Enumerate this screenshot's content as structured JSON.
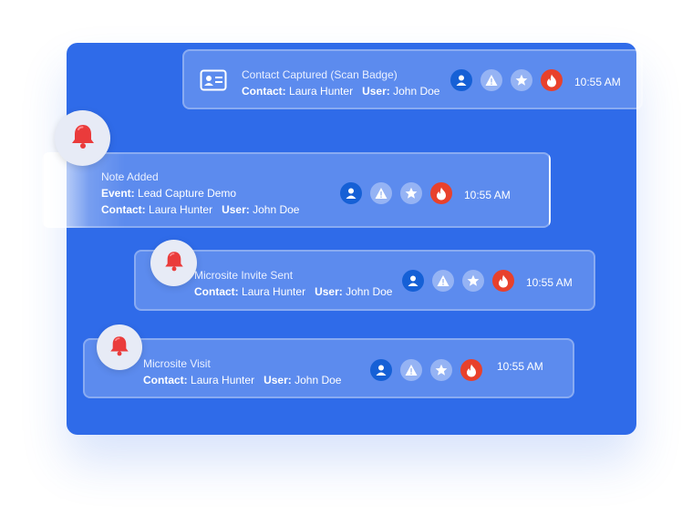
{
  "activities": [
    {
      "title": "Contact Captured (Scan Badge)",
      "contact_label": "Contact:",
      "contact": "Laura Hunter",
      "user_label": "User:",
      "user": "John Doe",
      "time": "10:55 AM",
      "icon": "id-card-icon"
    },
    {
      "title": "Note Added",
      "event_label": "Event:",
      "event": "Lead Capture Demo",
      "contact_label": "Contact:",
      "contact": "Laura Hunter",
      "user_label": "User:",
      "user": "John Doe",
      "time": "10:55 AM",
      "icon": "bell-icon"
    },
    {
      "title": "Microsite Invite Sent",
      "contact_label": "Contact:",
      "contact": "Laura Hunter",
      "user_label": "User:",
      "user": "John Doe",
      "time": "10:55 AM",
      "icon": "bell-icon"
    },
    {
      "title": "Microsite Visit",
      "contact_label": "Contact:",
      "contact": "Laura Hunter",
      "user_label": "User:",
      "user": "John Doe",
      "time": "10:55 AM",
      "icon": "bell-icon"
    }
  ],
  "status_icons": [
    "user-icon",
    "warning-icon",
    "star-icon",
    "fire-icon"
  ],
  "colors": {
    "panel": "#2f6be9",
    "user_icon": "#1560d6",
    "fire_icon": "#e8412c",
    "bell": "#ea3b3b"
  }
}
